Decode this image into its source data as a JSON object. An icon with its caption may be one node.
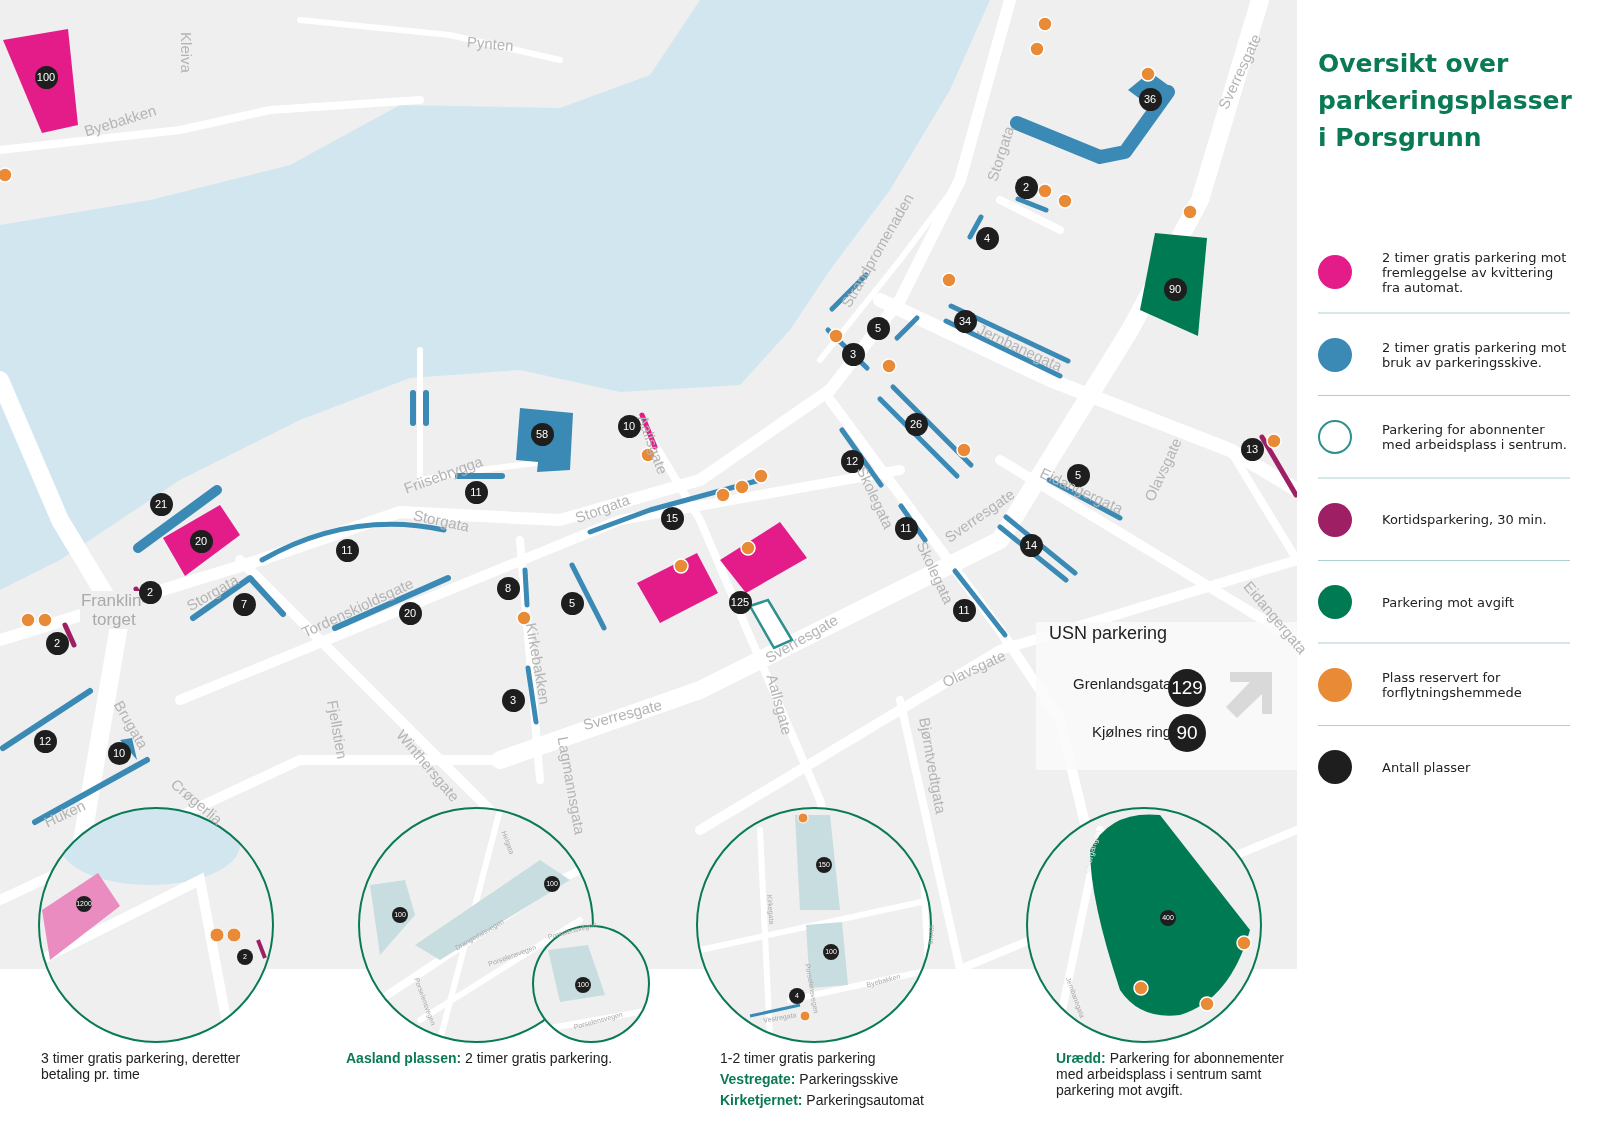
{
  "diagram": {
    "title": "Oversikt over parkeringsplasser i Porsgrunn",
    "labels": [
      "Pynten",
      "Kleiva",
      "Byebakken",
      "100",
      "Strandpromenaden",
      "Storgata",
      "Sverresgate",
      "36",
      "2",
      "4",
      "90",
      "34",
      "Jernbanegata",
      "5",
      "3",
      "58",
      "10",
      "Aallsgate",
      "26",
      "12",
      "Skolegata",
      "13",
      "Friisebrygga",
      "11",
      "21",
      "Storgata",
      "Storgata",
      "15",
      "5",
      "Eidangergata",
      "Olavsgate",
      "Sverresgate",
      "11",
      "20",
      "11",
      "14",
      "Storgata",
      "Franklin-torget",
      "2",
      "7",
      "Tordenskioldsgate",
      "20",
      "8",
      "5",
      "125",
      "11",
      "Skolegata",
      "Eidangergata",
      "2",
      "Sverresgate",
      "Kirkebakken",
      "Olavsgate",
      "3",
      "Sverresgate",
      "Aallsgate",
      "USN parkering",
      "Grenlandsgata",
      "129",
      "Kjølnes ring",
      "90",
      "Brugata",
      "12",
      "10",
      "Fjellstien",
      "Winthersgate",
      "Lagmannsgata",
      "Bjørntvedtgata",
      "Crøgerlia",
      "Huken",
      "1200",
      "2",
      "Helgata",
      "100",
      "100",
      "Drangedalsvegen",
      "Porselensvegen",
      "Porselensvegen",
      "Porselensvegen",
      "100",
      "Porselensvegen",
      "150",
      "Kirkegata",
      "Kleiva",
      "100",
      "Byebakken",
      "Porselensvegen",
      "4",
      "Vestregata",
      "Overgangen",
      "400",
      "Jernbanegata",
      "3 timer gratis parkering, deretter betaling pr. time",
      "**Aasland plassen:** 2 timer gratis parkering.",
      "1-2 timer gratis parkering",
      "**Vestregate:** Parkeringsskive",
      "**Kirketjernet:** Parkeringsautomat",
      "**Urædd:** Parkering for abonnementer med arbeidsplass i sentrum samt parkering mot avgift."
    ],
    "legend": [
      {
        "text": "2 timer gratis parkering mot fremleggelse av kvittering fra automat.",
        "color": "#e31c8a"
      },
      {
        "text": "2 timer gratis parkering mot bruk av parkeringsskive.",
        "color": "#3a8ab5"
      },
      {
        "text": "Parkering for abonnenter med arbeidsplass i sentrum."
      },
      {
        "text": "Kortidsparkering, 30 min.",
        "color": "#9e1f63"
      },
      {
        "text": "Parkering mot avgift",
        "color": "#007a53"
      },
      {
        "text": "Plass reservert for forflytningshemmede",
        "color": "#e98b36"
      },
      {
        "text": "Antall plasser",
        "color": "#1e1e1e"
      }
    ]
  }
}
